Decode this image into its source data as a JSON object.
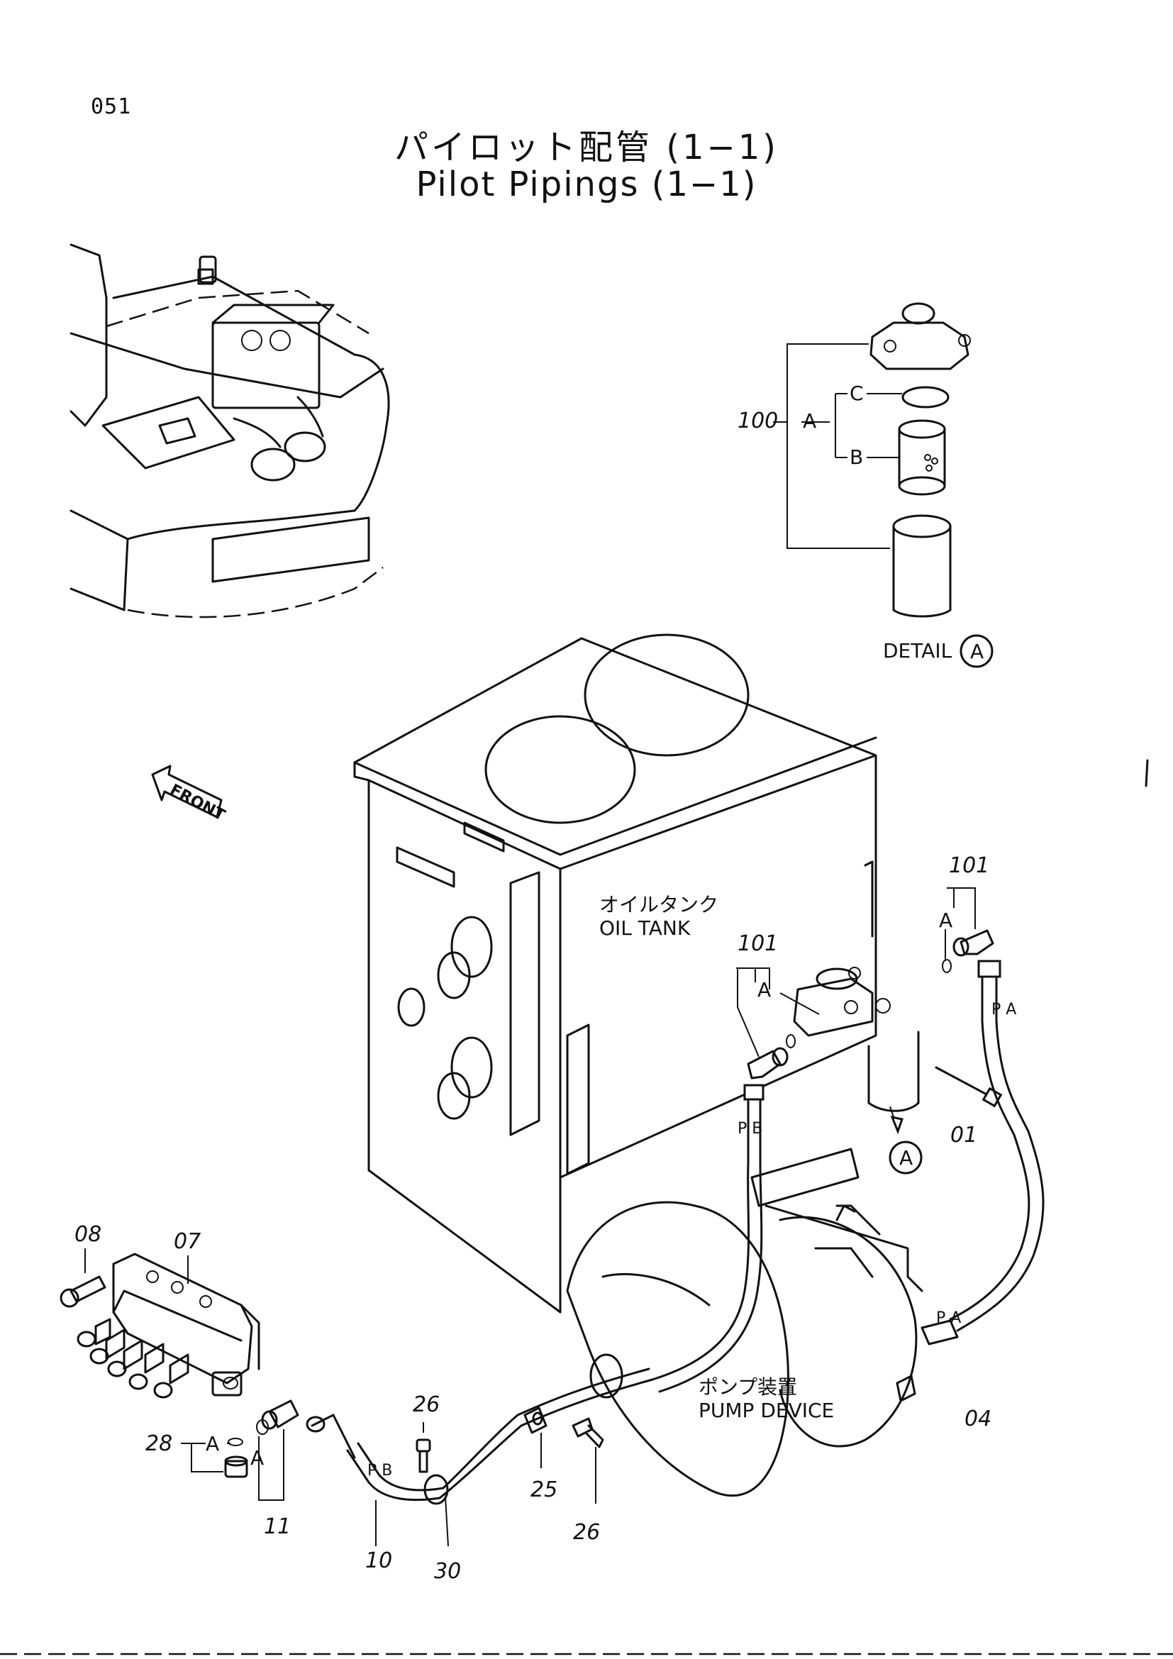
{
  "page_number": "051",
  "title_jp": "パイロット配管 (1−1)",
  "title_en": "Pilot Pipings (1−1)",
  "detail_caption": "DETAIL",
  "detail_marker": "A",
  "front_label": "FRONT",
  "oil_tank_jp": "オイルタンク",
  "oil_tank_en": "OIL TANK",
  "pump_jp": "ポンプ装置",
  "pump_en": "PUMP DEVICE",
  "callouts": {
    "c100": "100",
    "c100_a": "A",
    "c100_b": "B",
    "c100_c": "C",
    "c101_upper": "101",
    "c101_upper_a": "A",
    "c101_lower": "101",
    "c101_lower_a": "A",
    "pa_upper": "P A",
    "pb_upper": "P B",
    "c01": "01",
    "marker_a": "A",
    "c08": "08",
    "c07": "07",
    "c28": "28",
    "c28_a": "A",
    "c11": "11",
    "c11_a": "A",
    "c26_top": "26",
    "c26_bottom": "26",
    "c25": "25",
    "pb_lower": "P B",
    "c10": "10",
    "c30": "30",
    "pa_lower": "P A",
    "c04": "04"
  }
}
